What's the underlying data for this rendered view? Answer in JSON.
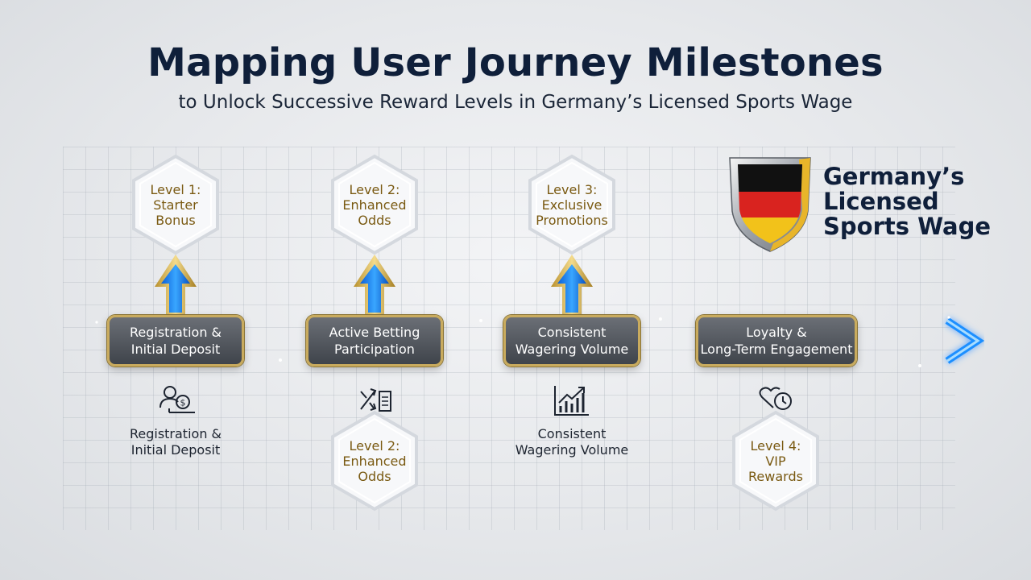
{
  "title": "Mapping User Journey Milestones",
  "subtitle": "to Unlock Successive Reward Levels in Germany’s Licensed Sports Wage",
  "badge": {
    "lines": [
      "Germany’s",
      "Licensed",
      "Sports Wage"
    ],
    "flag_colors": [
      "#111111",
      "#d9231f",
      "#f2c21a"
    ]
  },
  "stages": [
    {
      "lines": [
        "Registration &",
        "Initial Deposit"
      ]
    },
    {
      "lines": [
        "Active Betting",
        "Participation"
      ]
    },
    {
      "lines": [
        "Consistent",
        "Wagering Volume"
      ]
    },
    {
      "lines": [
        "Loyalty &",
        "Long-Term Engagement"
      ]
    }
  ],
  "upper_levels": [
    {
      "lines": [
        "Level 1:",
        "Starter",
        "Bonus"
      ]
    },
    {
      "lines": [
        "Level 2:",
        "Enhanced",
        "Odds"
      ]
    },
    {
      "lines": [
        "Level 3:",
        "Exclusive",
        "Promotions"
      ]
    }
  ],
  "lower_items": [
    {
      "icon": "user-coin-icon",
      "lines": [
        "Registration &",
        "Initial Deposit"
      ]
    },
    {
      "icon": "shuffle-document-icon",
      "lines": [],
      "level": [
        "Level 2:",
        "Enhanced",
        "Odds"
      ]
    },
    {
      "icon": "rising-chart-icon",
      "lines": [
        "Consistent",
        "Wagering Volume"
      ]
    },
    {
      "icon": "heart-clock-icon",
      "lines": [],
      "level": [
        "Level 4:",
        "VIP",
        "Rewards"
      ]
    }
  ],
  "colors": {
    "accent_blue": "#1e8fff",
    "gold": "#c9ab5e",
    "level_text": "#7a5a12",
    "title_navy": "#0f1f3a"
  }
}
